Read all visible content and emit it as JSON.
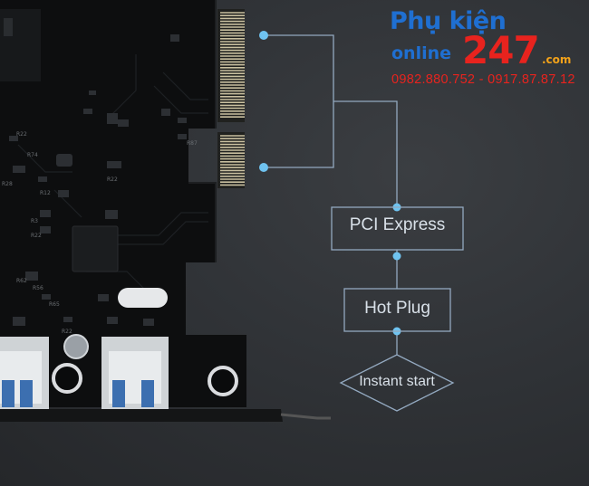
{
  "watermark": {
    "brand_top": "Phụ kiện",
    "brand_online": "online",
    "brand_number": "247",
    "brand_tld": ".com",
    "phones": "0982.880.752 - 0917.87.87.12"
  },
  "features": {
    "pci_express": "PCI Express",
    "hot_plug": "Hot Plug",
    "instant_start": "Instant start"
  },
  "board_markings": [
    "R22",
    "R74",
    "R28",
    "R12",
    "R3",
    "R22",
    "R62",
    "R56",
    "R65",
    "R22",
    "R22",
    "R87"
  ],
  "colors": {
    "background": "#2f3236",
    "pcb": "#0d0e0f",
    "gold_contacts": "#c9c0a0",
    "connector_line": "#93a9c0",
    "accent_dot": "#6fc3f0",
    "brand_blue": "#1f6fd1",
    "brand_red": "#e8231e"
  }
}
